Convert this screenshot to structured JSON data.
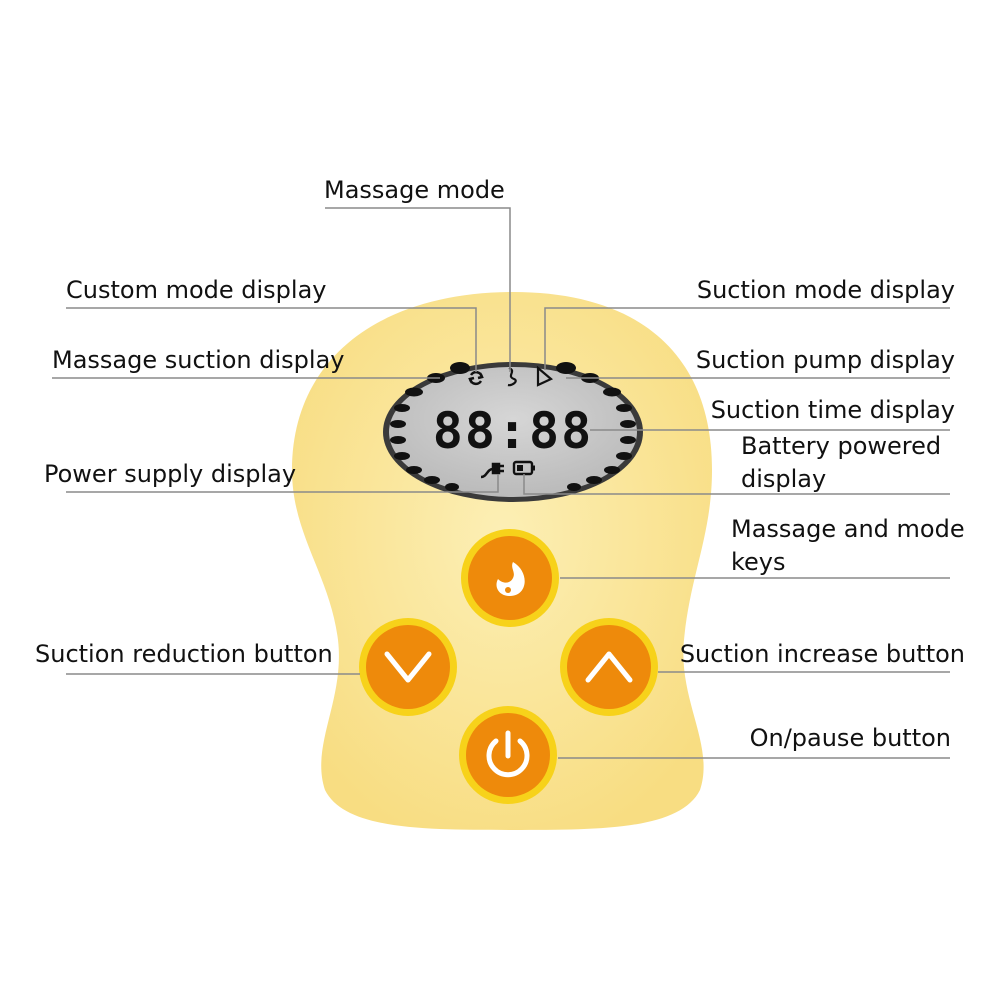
{
  "labels": {
    "massage_mode": "Massage mode",
    "custom_mode_display": "Custom mode display",
    "massage_suction_display": "Massage suction display",
    "power_supply_display": "Power supply display",
    "suction_reduction_button": "Suction reduction button",
    "suction_mode_display": "Suction mode display",
    "suction_pump_display": "Suction pump display",
    "suction_time_display": "Suction time display",
    "battery_powered_display": "Battery powered display",
    "massage_and_mode_keys": "Massage and mode keys",
    "suction_increase_button": "Suction increase button",
    "on_pause_button": "On/pause button"
  },
  "lcd": {
    "time_readout": "88:88"
  },
  "colors": {
    "body": "#f9e08c",
    "body_glow": "#fbeaa8",
    "lcd_face": "#c9c9c9",
    "lcd_rim": "#2a2a2a",
    "segment": "#111111",
    "button_fill": "#ee8a0b",
    "button_ring": "#f7d21a",
    "leader_line": "#8a8a8a"
  },
  "icons": {
    "custom_mode": "recycle-arrows-icon",
    "massage_mode": "massage-wave-icon",
    "suction_mode": "funnel-icon",
    "power_supply": "plug-icon",
    "battery": "battery-icon",
    "massage_key": "droplet-icon",
    "reduction": "chevron-down-icon",
    "increase": "chevron-up-icon",
    "power": "power-icon"
  }
}
